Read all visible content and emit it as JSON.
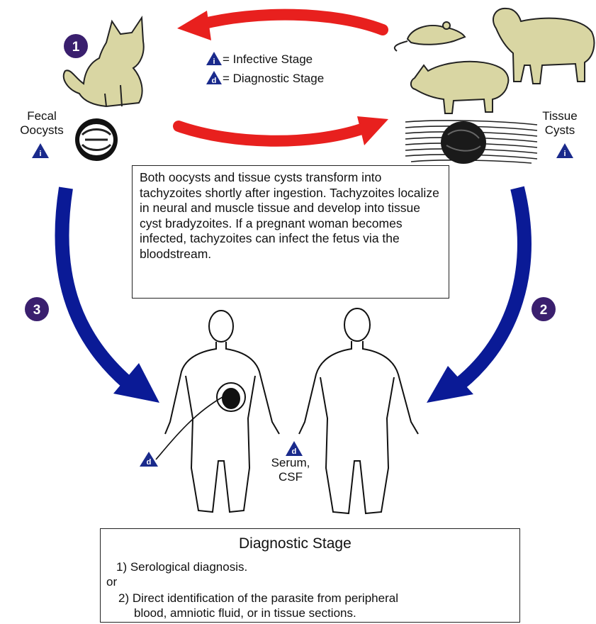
{
  "legend": {
    "infective": "= Infective Stage",
    "diagnostic": "= Diagnostic Stage"
  },
  "steps": {
    "one": "1",
    "two": "2",
    "three": "3"
  },
  "stage_letters": {
    "infective": "i",
    "diagnostic": "d"
  },
  "labels": {
    "fecal_oocysts": "Fecal Oocysts",
    "tissue_cysts": "Tissue Cysts",
    "serum_csf": "Serum, CSF"
  },
  "description": {
    "text": "Both oocysts and tissue cysts transform into tachyzoites shortly after ingestion. Tachyzoites localize in neural and muscle tissue and develop into tissue cyst bradyzoites. If a pregnant woman becomes infected, tachyzoites can infect the fetus via the bloodstream."
  },
  "diagnostic_box": {
    "title": "Diagnostic Stage",
    "item1": "1) Serological diagnosis.",
    "or": "or",
    "item2_line1": "2) Direct identification of the parasite from peripheral",
    "item2_line2": "blood, amniotic fluid, or in tissue sections."
  },
  "colors": {
    "red_arrow": "#e8201e",
    "blue_arrow": "#0a1a96",
    "step_circle": "#3a1f6e",
    "triangle": "#1a2a8c",
    "animal_fill": "#d9d6a3"
  }
}
